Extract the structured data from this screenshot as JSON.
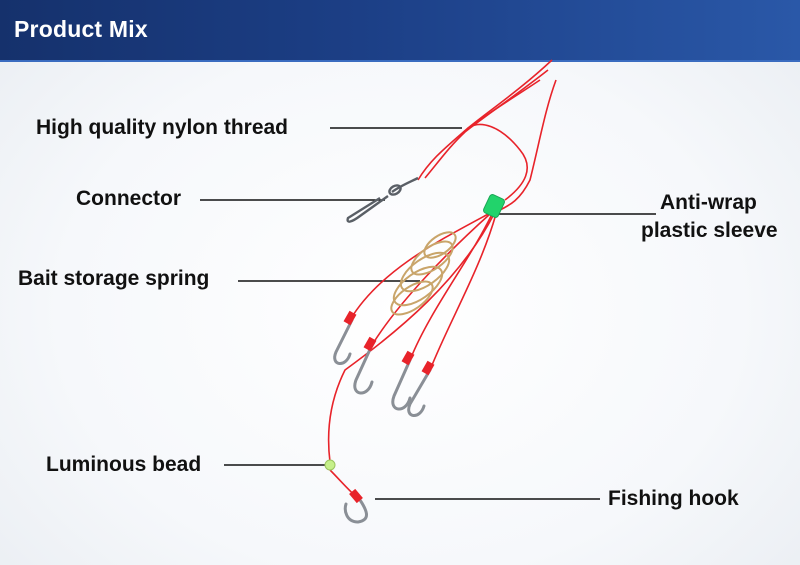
{
  "header": {
    "title": "Product Mix"
  },
  "labels": {
    "nylon_thread": "High quality nylon thread",
    "connector": "Connector",
    "anti_wrap_line1": "Anti-wrap",
    "anti_wrap_line2": "plastic sleeve",
    "bait_spring": "Bait storage spring",
    "luminous_bead": "Luminous bead",
    "fishing_hook": "Fishing hook"
  },
  "colors": {
    "header_bg": "#1c3f86",
    "thread": "#e8232a",
    "sleeve": "#22d36b",
    "spring": "#c9a56a",
    "hook_metal": "#8a8f96",
    "bead": "#c6f08a"
  }
}
